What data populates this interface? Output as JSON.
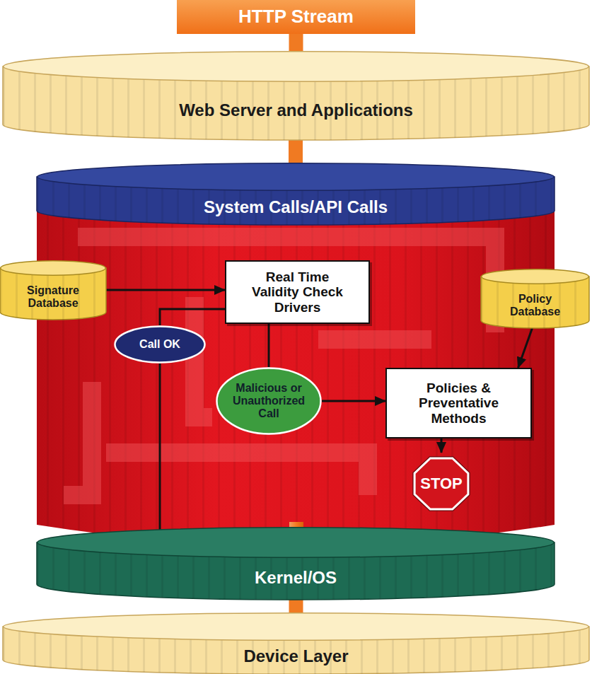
{
  "diagram": {
    "nodes": [
      {
        "text": [
          "HTTP Stream"
        ]
      },
      {
        "text": [
          "Web Server and Applications"
        ]
      },
      {
        "text": [
          "System Calls/API Calls"
        ]
      },
      {
        "text": [
          "Signature Database"
        ]
      },
      {
        "text": [
          "Real Time Validity Check Drivers"
        ]
      },
      {
        "text": [
          "Policy Database"
        ]
      },
      {
        "text": [
          "Call OK"
        ]
      },
      {
        "text": [
          "Malicious or Unauthorized Call"
        ]
      },
      {
        "text": [
          "Policies & Preventative Methods"
        ]
      },
      {
        "text": [
          "STOP"
        ]
      },
      {
        "text": [
          "Kernel/OS"
        ]
      },
      {
        "text": [
          "Device Layer"
        ]
      }
    ],
    "edges": [
      {
        "from": 0,
        "to": 1,
        "arrow": "none"
      },
      {
        "from": 1,
        "to": 2,
        "arrow": "none"
      },
      {
        "from": 3,
        "to": 4,
        "arrow": "to"
      },
      {
        "from": 4,
        "to": 6,
        "arrow": "none"
      },
      {
        "from": 6,
        "to": 10,
        "arrow": "to"
      },
      {
        "from": 4,
        "to": 7,
        "arrow": "none"
      },
      {
        "from": 7,
        "to": 8,
        "arrow": "to"
      },
      {
        "from": 5,
        "to": 8,
        "arrow": "to"
      },
      {
        "from": 8,
        "to": 9,
        "arrow": "to"
      },
      {
        "from": 10,
        "to": 11,
        "arrow": "none"
      }
    ]
  }
}
